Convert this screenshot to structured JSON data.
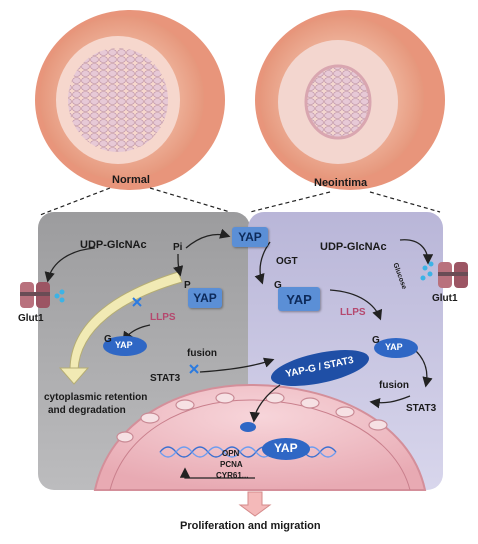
{
  "vessels": {
    "left_label": "Normal",
    "right_label": "Neointima"
  },
  "left_panel": {
    "udp": "UDP-GlcNAc",
    "pi": "Pi",
    "p": "P",
    "yap_p": "YAP",
    "llps": "LLPS",
    "g": "G",
    "yap_g": "YAP",
    "fusion": "fusion",
    "stat3": "STAT3",
    "glut1": "Glut1",
    "retention": "cytoplasmic retention",
    "degradation": "and degradation"
  },
  "center": {
    "yap_top": "YAP"
  },
  "right_panel": {
    "ogt": "OGT",
    "udp": "UDP-GlcNAc",
    "glucose": "Glucose",
    "glut1": "Glut1",
    "g": "G",
    "yap_g": "YAP",
    "llps": "LLPS",
    "g2": "G",
    "yap_g2": "YAP",
    "complex": "YAP-G / STAT3",
    "fusion": "fusion",
    "stat3": "STAT3"
  },
  "nucleus": {
    "yap": "YAP",
    "genes": [
      "OPN",
      "PCNA",
      "CYR61..."
    ]
  },
  "outcome": "Proliferation and migration",
  "colors": {
    "left_bg": "#a9a9ab",
    "right_bg": "#c4c2dd",
    "yap": "#5b8fd6",
    "llps": "#b5486e",
    "nucleus": "#f2c6cc",
    "dna": "#3a6fd0",
    "arrow_fill": "#f1eab4"
  }
}
